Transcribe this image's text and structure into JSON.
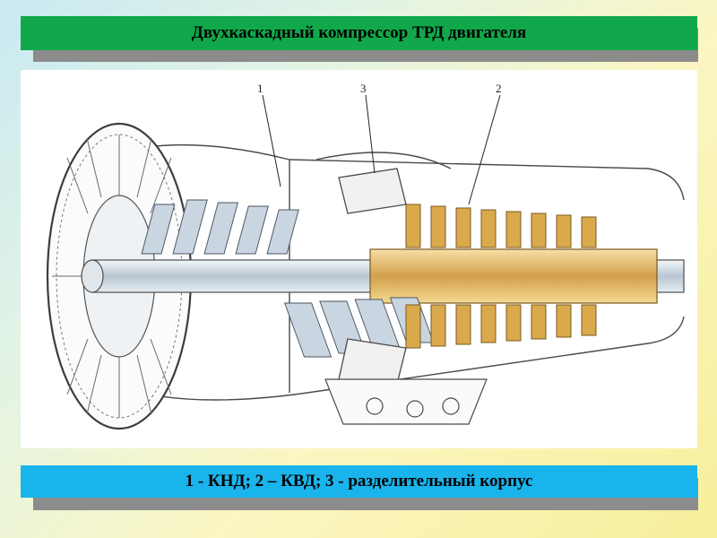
{
  "slide": {
    "title": "Двухкаскадный компрессор ТРД двигателя",
    "caption": "1 - КНД; 2 – КВД; 3 - разделительный корпус"
  },
  "diagram": {
    "callouts": [
      {
        "number": "1",
        "part": "КНД"
      },
      {
        "number": "3",
        "part": "разделительный корпус"
      },
      {
        "number": "2",
        "part": "КВД"
      }
    ]
  },
  "colors": {
    "title_bar": "#10a84a",
    "caption_bar": "#1ab4ec",
    "banner_shadow": "#8c8c8c",
    "high_pressure_stages": "#d9a94c",
    "low_pressure_stages": "#c9d5e0"
  }
}
